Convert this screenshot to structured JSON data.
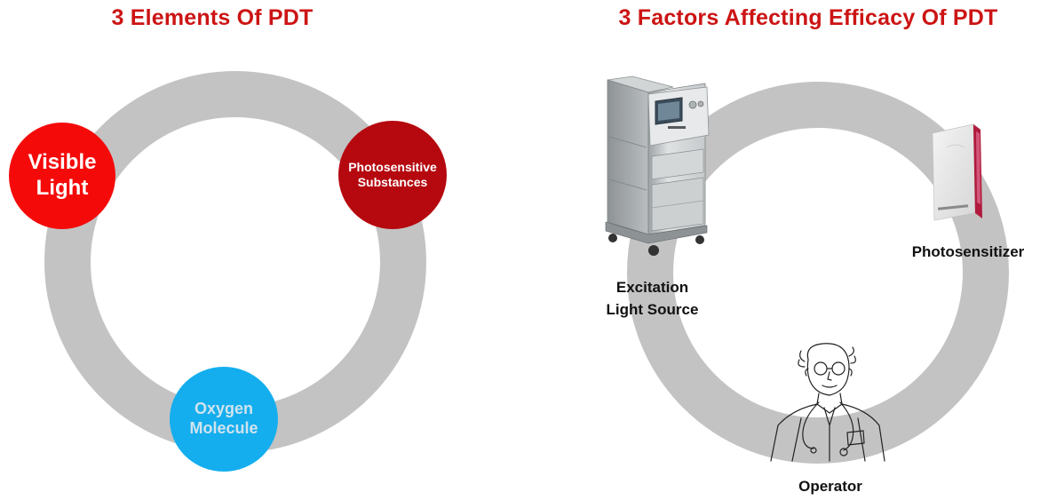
{
  "left_diagram": {
    "title": "3 Elements Of PDT",
    "nodes": {
      "visible_light": {
        "line1": "Visible",
        "line2": "Light"
      },
      "photosensitive": {
        "line1": "Photosensitive",
        "line2": "Substances"
      },
      "oxygen": {
        "line1": "Oxygen",
        "line2": "Molecule"
      }
    }
  },
  "right_diagram": {
    "title": "3 Factors Affecting Efficacy Of PDT",
    "labels": {
      "excitation": {
        "line1": "Excitation",
        "line2": "Light Source"
      },
      "photosensitizer": "Photosensitizer",
      "operator": "Operator"
    }
  },
  "colors": {
    "title_red": "#cc1414",
    "ring_gray": "#c3c3c3",
    "visible_light_red": "#f50a0a",
    "photosensitive_darkred": "#b5090f",
    "oxygen_blue": "#14aeee",
    "oxygen_text": "#cfe3ee"
  },
  "icons": {
    "machine": "laser-device-icon",
    "box": "photosensitizer-box-icon",
    "doctor": "doctor-illustration-icon"
  }
}
